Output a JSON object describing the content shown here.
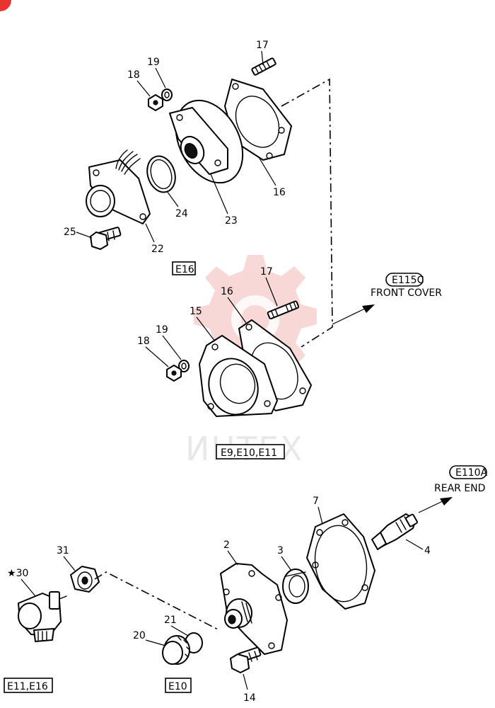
{
  "colors": {
    "ink": "#000000",
    "watermark": "#f4b8b8",
    "badge": "#e8332f"
  },
  "watermark_text": "ИНТЕХ",
  "group_labels": {
    "e16": "E16",
    "e9_e10_e11": "E9,E10,E11",
    "e11_e16": "E11,E16",
    "e10": "E10"
  },
  "references": [
    {
      "code": "E115C",
      "text": "FRONT COVER"
    },
    {
      "code": "E110A",
      "text": "REAR END"
    }
  ],
  "callouts": {
    "upper": [
      "17",
      "19",
      "18",
      "16",
      "24",
      "23",
      "25",
      "22"
    ],
    "middle": [
      "17",
      "16",
      "15",
      "19",
      "18"
    ],
    "lower": [
      "7",
      "2",
      "3",
      "4",
      "31",
      "30",
      "21",
      "20",
      "14"
    ]
  }
}
